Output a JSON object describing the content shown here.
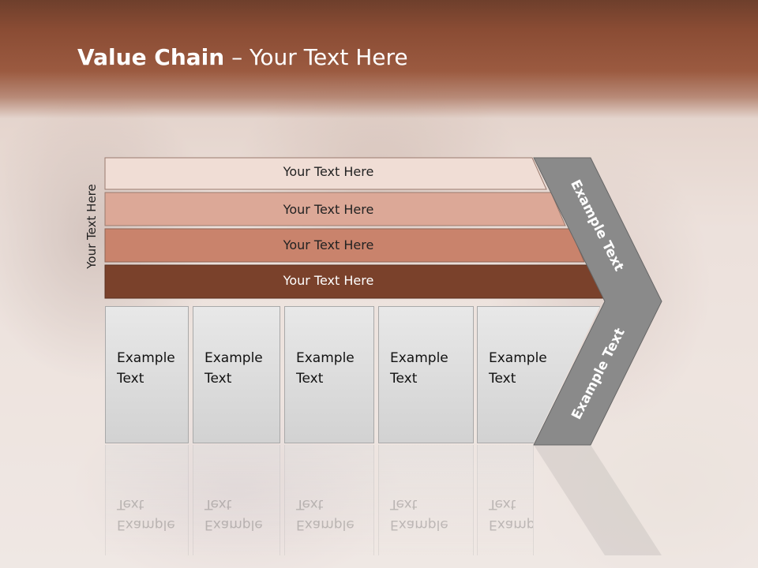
{
  "title": {
    "bold": "Value Chain",
    "rest": " – Your Text Here"
  },
  "side_label": "Your Text Here",
  "bands": [
    {
      "label": "Your Text Here",
      "color": "#f0ddd5",
      "text_color": "#222222"
    },
    {
      "label": "Your Text Here",
      "color": "#dca897",
      "text_color": "#222222"
    },
    {
      "label": "Your Text Here",
      "color": "#c9836c",
      "text_color": "#222222"
    },
    {
      "label": "Your Text Here",
      "color": "#7a412b",
      "text_color": "#ffffff"
    }
  ],
  "boxes": [
    {
      "line1": "Example",
      "line2": "Text"
    },
    {
      "line1": "Example",
      "line2": "Text"
    },
    {
      "line1": "Example",
      "line2": "Text"
    },
    {
      "line1": "Example",
      "line2": "Text"
    },
    {
      "line1": "Example",
      "line2": "Text"
    }
  ],
  "chevron": {
    "top_label": "Example Text",
    "bottom_label": "Example Text",
    "color": "#8a8a8a"
  },
  "colors": {
    "header": "#8a4c34",
    "title_text": "#ffffff"
  }
}
